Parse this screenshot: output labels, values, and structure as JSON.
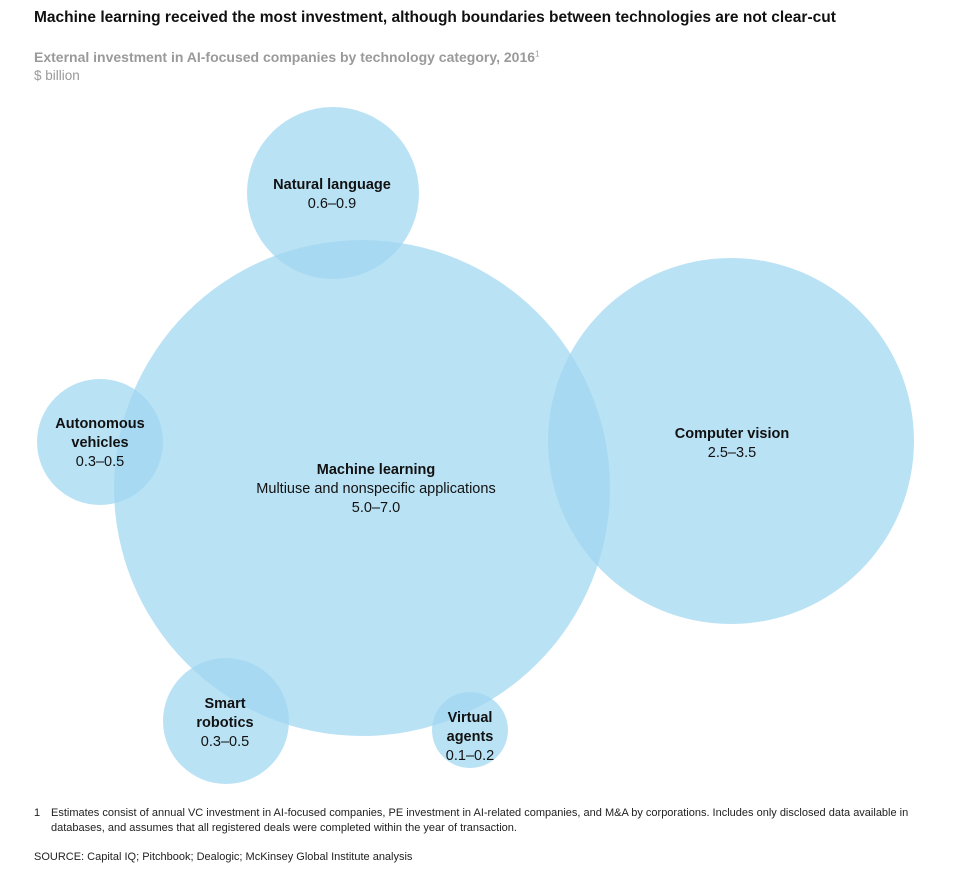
{
  "headline": "Machine learning received the most investment, although boundaries between technologies are not clear-cut",
  "subtitle": "External investment in AI-focused companies by technology category, 2016",
  "subtitle_footnote_marker": "1",
  "unit": "$ billion",
  "colors": {
    "bubble_fill": "#9fd7f1",
    "bubble_opacity": 0.72
  },
  "chart_data": {
    "type": "bubble",
    "unit": "$ billion",
    "series": [
      {
        "name": "Machine learning",
        "description": "Multiuse and nonspecific applications",
        "range_label": "5.0–7.0",
        "min": 5.0,
        "max": 7.0
      },
      {
        "name": "Computer vision",
        "range_label": "2.5–3.5",
        "min": 2.5,
        "max": 3.5
      },
      {
        "name": "Natural language",
        "range_label": "0.6–0.9",
        "min": 0.6,
        "max": 0.9
      },
      {
        "name": "Autonomous vehicles",
        "range_label": "0.3–0.5",
        "min": 0.3,
        "max": 0.5
      },
      {
        "name": "Smart robotics",
        "range_label": "0.3–0.5",
        "min": 0.3,
        "max": 0.5
      },
      {
        "name": "Virtual agents",
        "range_label": "0.1–0.2",
        "min": 0.1,
        "max": 0.2
      }
    ]
  },
  "footnote": {
    "number": "1",
    "text": "Estimates consist of annual VC investment in AI-focused companies, PE investment in AI-related companies, and M&A by corporations. Includes only disclosed data available in databases, and assumes that all registered deals were completed within the year of transaction."
  },
  "source": "SOURCE:  Capital IQ; Pitchbook; Dealogic; McKinsey Global Institute analysis"
}
